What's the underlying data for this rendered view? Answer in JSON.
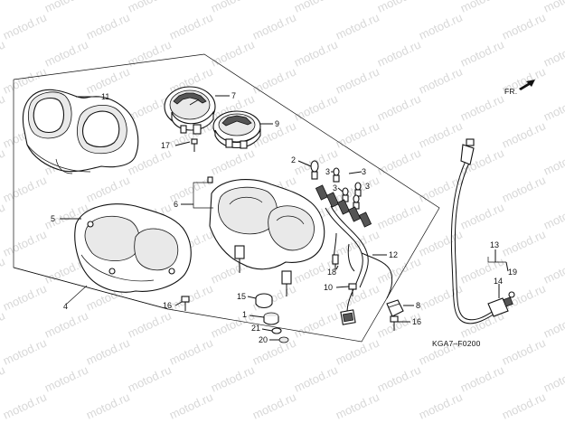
{
  "watermark": "motod.ru",
  "diagram_code": "KGA7–F0200",
  "direction_marker": "FR.",
  "callouts": {
    "c1": "1",
    "c2": "2",
    "c3a": "3",
    "c3b": "3",
    "c3c": "3",
    "c3d": "3",
    "c4": "4",
    "c5": "5",
    "c6": "6",
    "c7": "7",
    "c8": "8",
    "c9": "9",
    "c10": "10",
    "c11": "11",
    "c12": "12",
    "c13": "13",
    "c14": "14",
    "c15": "15",
    "c16a": "16",
    "c16b": "16",
    "c17": "17",
    "c18": "18",
    "c19": "19",
    "c20": "20",
    "c21": "21"
  },
  "colors": {
    "ink": "#111111",
    "watermark": "#d8d8d8",
    "background": "#ffffff"
  }
}
